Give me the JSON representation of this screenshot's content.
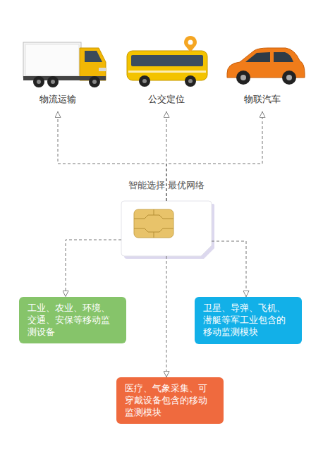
{
  "diagram": {
    "nodes": [
      {
        "text": [
          "物流运输"
        ]
      },
      {
        "text": [
          "公交定位"
        ]
      },
      {
        "text": [
          "物联汽车"
        ]
      },
      {
        "text": [
          "智能选择 最优网络"
        ]
      },
      {
        "text": [
          "工业、农业、环境、交通、安保等移动监测设备"
        ]
      },
      {
        "text": [
          "卫星、导弹、飞机、潜艇等军工业包含的移动监测模块"
        ]
      },
      {
        "text": [
          "医疗、气象采集、可穿戴设备包含的移动监测模块"
        ]
      }
    ],
    "edges": [
      {
        "from": 3,
        "to": 0,
        "arrow": "to"
      },
      {
        "from": 3,
        "to": 1,
        "arrow": "to"
      },
      {
        "from": 3,
        "to": 2,
        "arrow": "to"
      },
      {
        "from": 3,
        "to": 4,
        "arrow": "to"
      },
      {
        "from": 3,
        "to": 5,
        "arrow": "to"
      },
      {
        "from": 3,
        "to": 6,
        "arrow": "to"
      }
    ]
  }
}
